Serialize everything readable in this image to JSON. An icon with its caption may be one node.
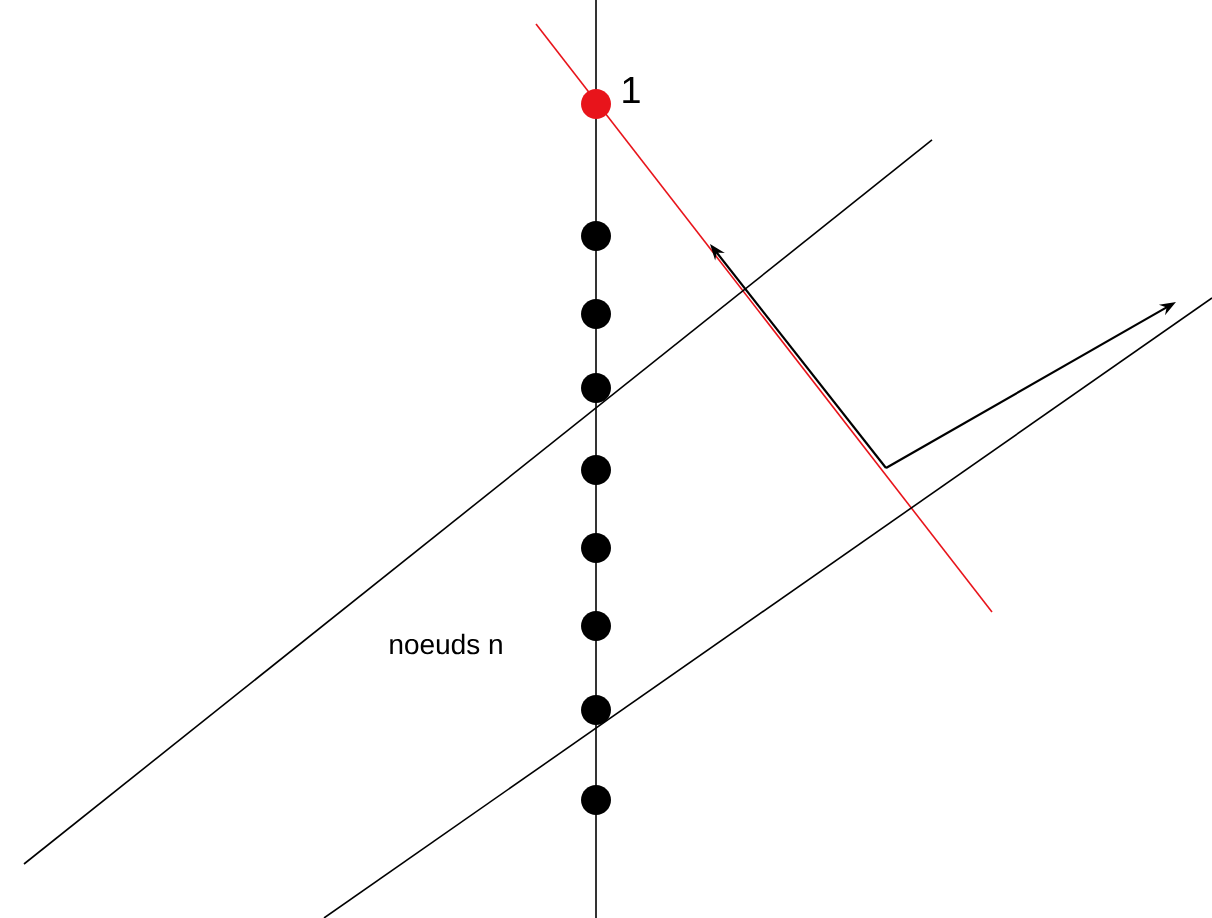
{
  "diagram": {
    "nodes": [
      {
        "text": [],
        "shape": "circle",
        "beside": [
          "1"
        ]
      },
      {
        "text": [],
        "shape": "circle"
      },
      {
        "text": [],
        "shape": "circle"
      },
      {
        "text": [],
        "shape": "circle"
      },
      {
        "text": [],
        "shape": "circle"
      },
      {
        "text": [],
        "shape": "circle"
      },
      {
        "text": [],
        "shape": "circle"
      },
      {
        "text": [],
        "shape": "circle"
      },
      {
        "text": [],
        "shape": "circle"
      }
    ],
    "labels": [
      "noeuds n"
    ]
  }
}
